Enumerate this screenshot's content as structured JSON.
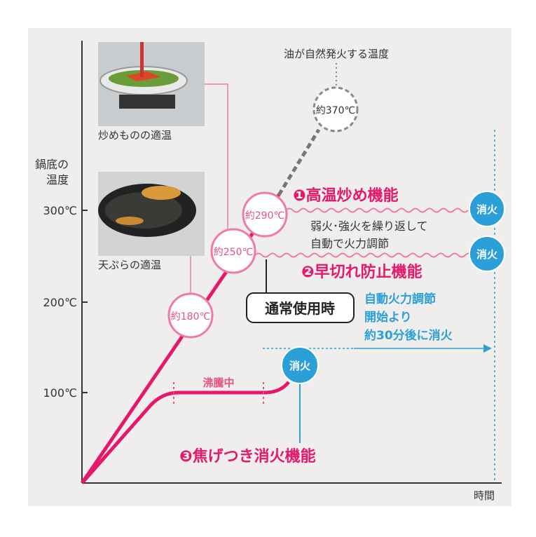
{
  "axes": {
    "y_label_1": "鍋底の",
    "y_label_2": "温度",
    "x_label": "時間",
    "ticks": [
      "300℃",
      "200℃",
      "100℃"
    ]
  },
  "photos": {
    "stir_fry_caption": "炒めものの適温",
    "tempura_caption": "天ぷらの適温"
  },
  "markers": {
    "t180": "約180℃",
    "t250": "約250℃",
    "t290": "約290℃",
    "t370": "約370℃",
    "ignition_label": "油が自然発火する温度"
  },
  "functions": {
    "f1_num": "❶",
    "f1_title": "高温炒め機能",
    "f1_desc_1": "弱火･強火を繰り返して",
    "f1_desc_2": "自動で火力調節",
    "f2_num": "❷",
    "f2_title": "早切れ防止機能",
    "normal_use": "通常使用時",
    "auto_off_1": "自動火力調節",
    "auto_off_2": "開始より",
    "auto_off_3": "約30分後に消火",
    "boiling": "沸騰中",
    "f3_num": "❸",
    "f3_title": "焦げつき消火機能",
    "extinguish": "消火"
  },
  "colors": {
    "pink": "#e5186b",
    "light_pink": "#f07aa0",
    "blue": "#2a9fd8",
    "gray": "#8a8a8a",
    "bg": "#efeeed"
  }
}
